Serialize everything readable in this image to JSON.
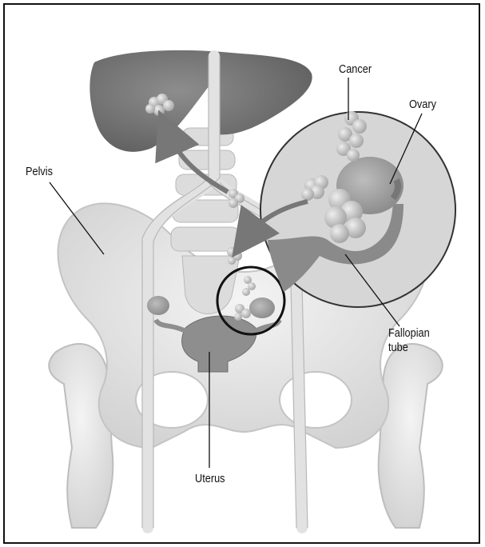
{
  "labels": {
    "cancer": "Cancer",
    "ovary": "Ovary",
    "pelvis": "Pelvis",
    "fallopian_line1": "Fallopian",
    "fallopian_line2": "tube",
    "uterus": "Uterus"
  }
}
